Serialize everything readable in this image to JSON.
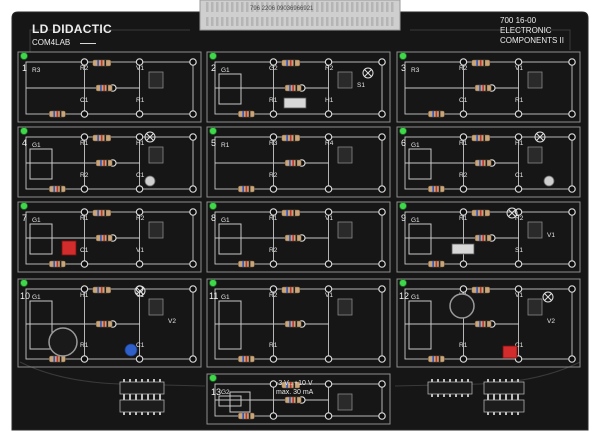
{
  "board": {
    "brand": "LD DIDACTIC",
    "sub_brand": "COM4LAB",
    "part_number": "700 16-00",
    "title_line1": "ELECTRONIC",
    "title_line2": "COMPONENTS II",
    "connector_code": "796   2206   09036966921",
    "supply_spec_line1": "-3 V...+10 V",
    "supply_spec_line2": "max. 30 mA",
    "colors": {
      "board": "#151515",
      "panel_line": "#8f8f8f",
      "trace": "#c8c8c8",
      "led": "#3fd84a",
      "connector": "#cfcfcf"
    }
  },
  "panels": [
    {
      "number": "1",
      "labels": [
        "R3",
        "R2",
        "C1",
        "V1",
        "R1"
      ]
    },
    {
      "number": "2",
      "labels": [
        "G1",
        "G2",
        "R1",
        "R2",
        "H1",
        "S1"
      ]
    },
    {
      "number": "3",
      "labels": [
        "R3",
        "R2",
        "C1",
        "V1",
        "R1"
      ]
    },
    {
      "number": "4",
      "labels": [
        "G1",
        "R1",
        "R2",
        "H1",
        "C1"
      ]
    },
    {
      "number": "5",
      "labels": [
        "R1",
        "R3",
        "R2",
        "R4"
      ]
    },
    {
      "number": "6",
      "labels": [
        "G1",
        "R1",
        "R2",
        "H1",
        "C1"
      ]
    },
    {
      "number": "7",
      "labels": [
        "G1",
        "R1",
        "C1",
        "R2",
        "V1"
      ]
    },
    {
      "number": "8",
      "labels": [
        "G1",
        "R1",
        "R2",
        "V1"
      ]
    },
    {
      "number": "9",
      "labels": [
        "G1",
        "R1",
        "H1",
        "R2",
        "S1",
        "V1"
      ]
    },
    {
      "number": "10",
      "labels": [
        "G1",
        "H1",
        "R1",
        "V1",
        "C1",
        "V2"
      ]
    },
    {
      "number": "11",
      "labels": [
        "G1",
        "R2",
        "R1",
        "V1"
      ]
    },
    {
      "number": "12",
      "labels": [
        "G1",
        "H1",
        "R1",
        "V1",
        "C1",
        "V2"
      ]
    },
    {
      "number": "13",
      "labels": [
        "G2"
      ]
    }
  ]
}
